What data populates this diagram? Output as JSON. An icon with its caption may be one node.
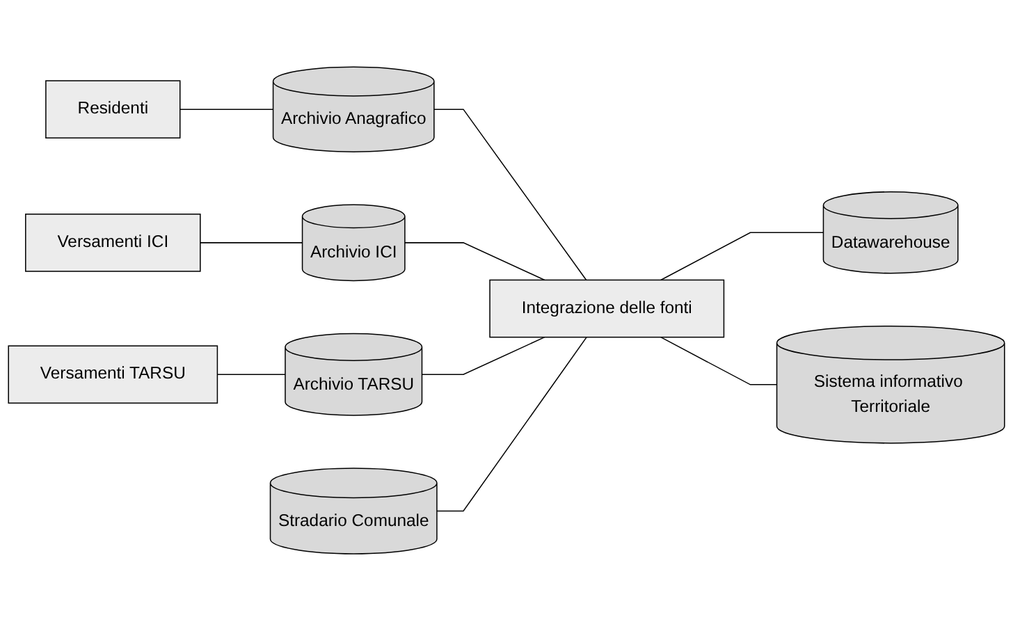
{
  "diagram": {
    "nodes": [
      {
        "text": [
          "Residenti"
        ]
      },
      {
        "text": [
          "Archivio Anagrafico"
        ]
      },
      {
        "text": [
          "Stradario Comunale"
        ]
      },
      {
        "text": [
          "Versamenti ICI"
        ]
      },
      {
        "text": [
          "Archivio ICI"
        ]
      },
      {
        "text": [
          "Integrazione delle fonti"
        ]
      },
      {
        "text": [
          "Datawarehouse"
        ]
      },
      {
        "text": [
          "Versamenti TARSU"
        ]
      },
      {
        "text": [
          "Archivio TARSU"
        ]
      },
      {
        "text": [
          "Sistema informativo Territoriale"
        ]
      }
    ],
    "edges": [
      {
        "from": 0,
        "to": 1,
        "arrow": "none"
      },
      {
        "from": 3,
        "to": 4,
        "arrow": "none"
      },
      {
        "from": 7,
        "to": 8,
        "arrow": "none"
      },
      {
        "from": 1,
        "to": 5,
        "arrow": "none"
      },
      {
        "from": 4,
        "to": 5,
        "arrow": "none"
      },
      {
        "from": 8,
        "to": 5,
        "arrow": "none"
      },
      {
        "from": 2,
        "to": 5,
        "arrow": "none"
      },
      {
        "from": 5,
        "to": 6,
        "arrow": "none"
      },
      {
        "from": 5,
        "to": 9,
        "arrow": "none"
      }
    ]
  }
}
